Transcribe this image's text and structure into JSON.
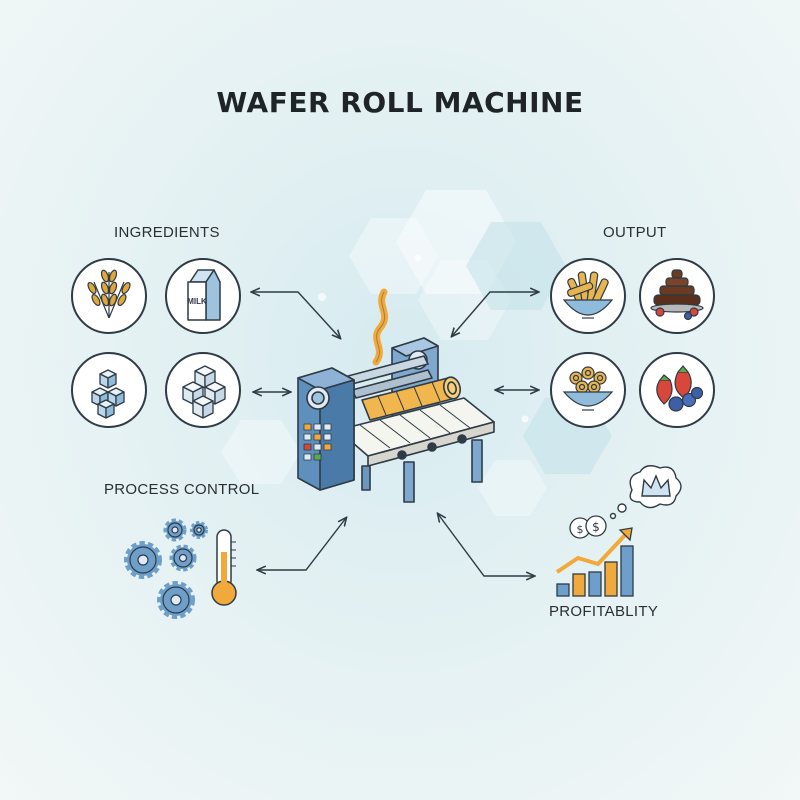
{
  "title": "WAFER ROLL MACHINE",
  "sections": {
    "ingredients": "INGREDIENTS",
    "output": "OUTPUT",
    "process_control": "PROCESS CONTROL",
    "profitability": "PROFITABLITY"
  },
  "icons": {
    "ingredients": [
      "wheat-icon",
      "milk-carton-icon",
      "sugar-cubes-icon",
      "sugar-cubes-icon"
    ],
    "output": [
      "wafer-rolls-bowl-icon",
      "chocolate-fountain-icon",
      "wafer-rolls-bowl-icon",
      "berries-icon"
    ],
    "process_control": [
      "gears-icon",
      "thermometer-icon"
    ],
    "profitability": [
      "growth-bar-chart-icon",
      "coins-icon",
      "crown-thought-bubble-icon"
    ]
  },
  "milk_carton_text": "MILK",
  "colors": {
    "accent_blue": "#4a86b4",
    "accent_orange": "#f2a93b",
    "outline": "#2f3b45"
  }
}
